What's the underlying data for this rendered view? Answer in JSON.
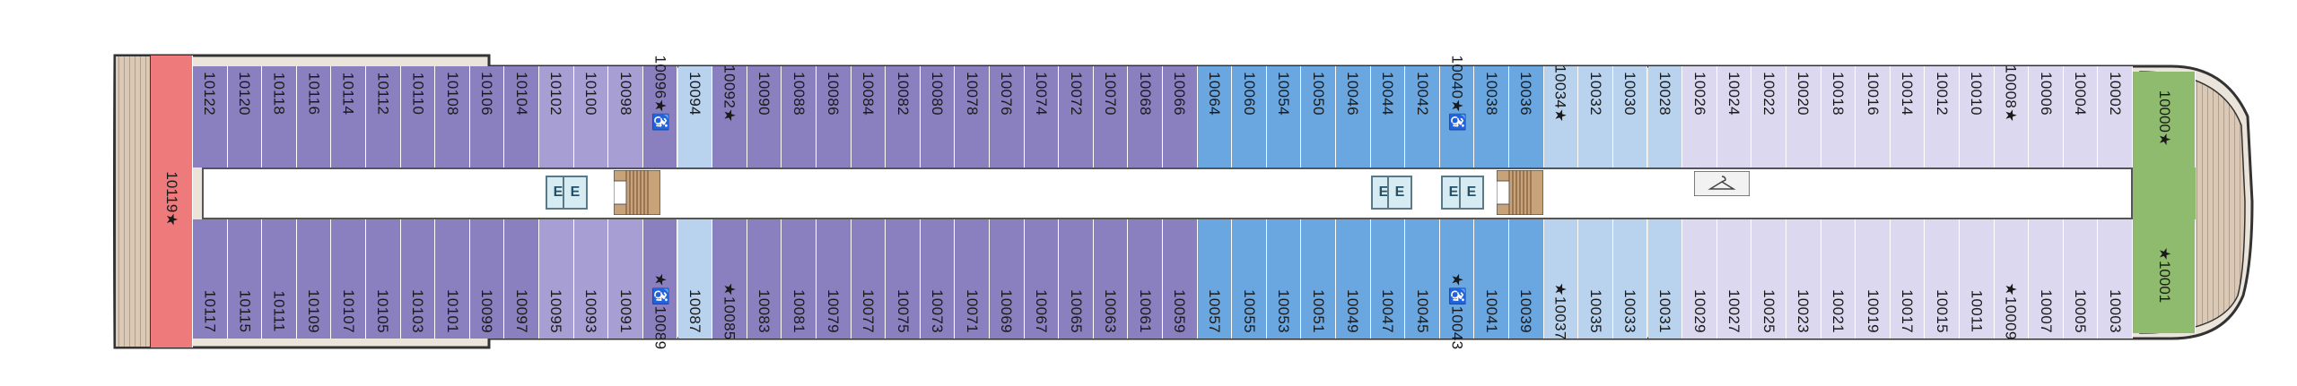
{
  "colors": {
    "purple_dark": "#8a7fbf",
    "purple_mid": "#a79fd4",
    "purple_light": "#cbc5e8",
    "blue_mid": "#6aa6df",
    "blue_light": "#b9d3ee",
    "lavender_pale": "#dcd8f0",
    "aft_red": "#ef7a7c",
    "fwd_green": "#8fbb6e",
    "hull": "#c9b8a6",
    "outline": "#333333"
  },
  "aft_suite": {
    "label": "10119★"
  },
  "forward_top": {
    "label": "10000★"
  },
  "forward_bottom": {
    "label": "★10001"
  },
  "top_cabins": [
    {
      "label": "10122",
      "color": "purple_dark"
    },
    {
      "label": "10120",
      "color": "purple_dark"
    },
    {
      "label": "10118",
      "color": "purple_dark"
    },
    {
      "label": "10116",
      "color": "purple_dark"
    },
    {
      "label": "10114",
      "color": "purple_dark"
    },
    {
      "label": "10112",
      "color": "purple_dark"
    },
    {
      "label": "10110",
      "color": "purple_dark"
    },
    {
      "label": "10108",
      "color": "purple_dark"
    },
    {
      "label": "10106",
      "color": "purple_dark"
    },
    {
      "label": "10104",
      "color": "purple_dark"
    },
    {
      "label": "10102",
      "color": "purple_mid"
    },
    {
      "label": "10100",
      "color": "purple_mid"
    },
    {
      "label": "10098",
      "color": "purple_mid"
    },
    {
      "label": "10096★♿",
      "color": "purple_dark"
    },
    {
      "label": "10094",
      "color": "blue_light"
    },
    {
      "label": "10092★",
      "color": "purple_dark"
    },
    {
      "label": "10090",
      "color": "purple_dark"
    },
    {
      "label": "10088",
      "color": "purple_dark"
    },
    {
      "label": "10086",
      "color": "purple_dark"
    },
    {
      "label": "10084",
      "color": "purple_dark"
    },
    {
      "label": "10082",
      "color": "purple_dark"
    },
    {
      "label": "10080",
      "color": "purple_dark"
    },
    {
      "label": "10078",
      "color": "purple_dark"
    },
    {
      "label": "10076",
      "color": "purple_dark"
    },
    {
      "label": "10074",
      "color": "purple_dark"
    },
    {
      "label": "10072",
      "color": "purple_dark"
    },
    {
      "label": "10070",
      "color": "purple_dark"
    },
    {
      "label": "10068",
      "color": "purple_dark"
    },
    {
      "label": "10066",
      "color": "purple_dark"
    },
    {
      "label": "10064",
      "color": "blue_mid"
    },
    {
      "label": "10060",
      "color": "blue_mid"
    },
    {
      "label": "10054",
      "color": "blue_mid"
    },
    {
      "label": "10050",
      "color": "blue_mid"
    },
    {
      "label": "10046",
      "color": "blue_mid"
    },
    {
      "label": "10044",
      "color": "blue_mid"
    },
    {
      "label": "10042",
      "color": "blue_mid"
    },
    {
      "label": "10040★♿",
      "color": "blue_mid"
    },
    {
      "label": "10038",
      "color": "blue_mid"
    },
    {
      "label": "10036",
      "color": "blue_mid"
    },
    {
      "label": "10034★",
      "color": "blue_light"
    },
    {
      "label": "10032",
      "color": "blue_light"
    },
    {
      "label": "10030",
      "color": "blue_light"
    },
    {
      "label": "10028",
      "color": "blue_light"
    },
    {
      "label": "10026",
      "color": "lavender_pale"
    },
    {
      "label": "10024",
      "color": "lavender_pale"
    },
    {
      "label": "10022",
      "color": "lavender_pale"
    },
    {
      "label": "10020",
      "color": "lavender_pale"
    },
    {
      "label": "10018",
      "color": "lavender_pale"
    },
    {
      "label": "10016",
      "color": "lavender_pale"
    },
    {
      "label": "10014",
      "color": "lavender_pale"
    },
    {
      "label": "10012",
      "color": "lavender_pale"
    },
    {
      "label": "10010",
      "color": "lavender_pale"
    },
    {
      "label": "10008★",
      "color": "lavender_pale"
    },
    {
      "label": "10006",
      "color": "lavender_pale"
    },
    {
      "label": "10004",
      "color": "lavender_pale"
    },
    {
      "label": "10002",
      "color": "lavender_pale"
    }
  ],
  "bottom_cabins": [
    {
      "label": "10117",
      "color": "purple_dark"
    },
    {
      "label": "10115",
      "color": "purple_dark"
    },
    {
      "label": "10111",
      "color": "purple_dark"
    },
    {
      "label": "10109",
      "color": "purple_dark"
    },
    {
      "label": "10107",
      "color": "purple_dark"
    },
    {
      "label": "10105",
      "color": "purple_dark"
    },
    {
      "label": "10103",
      "color": "purple_dark"
    },
    {
      "label": "10101",
      "color": "purple_dark"
    },
    {
      "label": "10099",
      "color": "purple_dark"
    },
    {
      "label": "10097",
      "color": "purple_dark"
    },
    {
      "label": "10095",
      "color": "purple_mid"
    },
    {
      "label": "10093",
      "color": "purple_mid"
    },
    {
      "label": "10091",
      "color": "purple_mid"
    },
    {
      "label": "★♿10089",
      "color": "purple_dark"
    },
    {
      "label": "10087",
      "color": "blue_light"
    },
    {
      "label": "★10085",
      "color": "purple_dark"
    },
    {
      "label": "10083",
      "color": "purple_dark"
    },
    {
      "label": "10081",
      "color": "purple_dark"
    },
    {
      "label": "10079",
      "color": "purple_dark"
    },
    {
      "label": "10077",
      "color": "purple_dark"
    },
    {
      "label": "10075",
      "color": "purple_dark"
    },
    {
      "label": "10073",
      "color": "purple_dark"
    },
    {
      "label": "10071",
      "color": "purple_dark"
    },
    {
      "label": "10069",
      "color": "purple_dark"
    },
    {
      "label": "10067",
      "color": "purple_dark"
    },
    {
      "label": "10065",
      "color": "purple_dark"
    },
    {
      "label": "10063",
      "color": "purple_dark"
    },
    {
      "label": "10061",
      "color": "purple_dark"
    },
    {
      "label": "10059",
      "color": "purple_dark"
    },
    {
      "label": "10057",
      "color": "blue_mid"
    },
    {
      "label": "10055",
      "color": "blue_mid"
    },
    {
      "label": "10053",
      "color": "blue_mid"
    },
    {
      "label": "10051",
      "color": "blue_mid"
    },
    {
      "label": "10049",
      "color": "blue_mid"
    },
    {
      "label": "10047",
      "color": "blue_mid"
    },
    {
      "label": "10045",
      "color": "blue_mid"
    },
    {
      "label": "★♿10043",
      "color": "blue_mid"
    },
    {
      "label": "10041",
      "color": "blue_mid"
    },
    {
      "label": "10039",
      "color": "blue_mid"
    },
    {
      "label": "★10037",
      "color": "blue_light"
    },
    {
      "label": "10035",
      "color": "blue_light"
    },
    {
      "label": "10033",
      "color": "blue_light"
    },
    {
      "label": "10031",
      "color": "blue_light"
    },
    {
      "label": "10029",
      "color": "lavender_pale"
    },
    {
      "label": "10027",
      "color": "lavender_pale"
    },
    {
      "label": "10025",
      "color": "lavender_pale"
    },
    {
      "label": "10023",
      "color": "lavender_pale"
    },
    {
      "label": "10021",
      "color": "lavender_pale"
    },
    {
      "label": "10019",
      "color": "lavender_pale"
    },
    {
      "label": "10017",
      "color": "lavender_pale"
    },
    {
      "label": "10015",
      "color": "lavender_pale"
    },
    {
      "label": "10011",
      "color": "lavender_pale"
    },
    {
      "label": "★10009",
      "color": "lavender_pale"
    },
    {
      "label": "10007",
      "color": "lavender_pale"
    },
    {
      "label": "10005",
      "color": "lavender_pale"
    },
    {
      "label": "10003",
      "color": "lavender_pale"
    }
  ],
  "lifts": [
    {
      "label": "E"
    },
    {
      "label": "E"
    },
    {
      "label": "E"
    },
    {
      "label": "E"
    },
    {
      "label": "E"
    },
    {
      "label": "E"
    }
  ],
  "icons": {
    "stairs": "stairs-icon",
    "lift": "elevator-icon",
    "connecting": "connecting-door-icon",
    "wheelchair": "wheelchair-icon",
    "star": "star-icon",
    "shop": "hanger-icon"
  }
}
